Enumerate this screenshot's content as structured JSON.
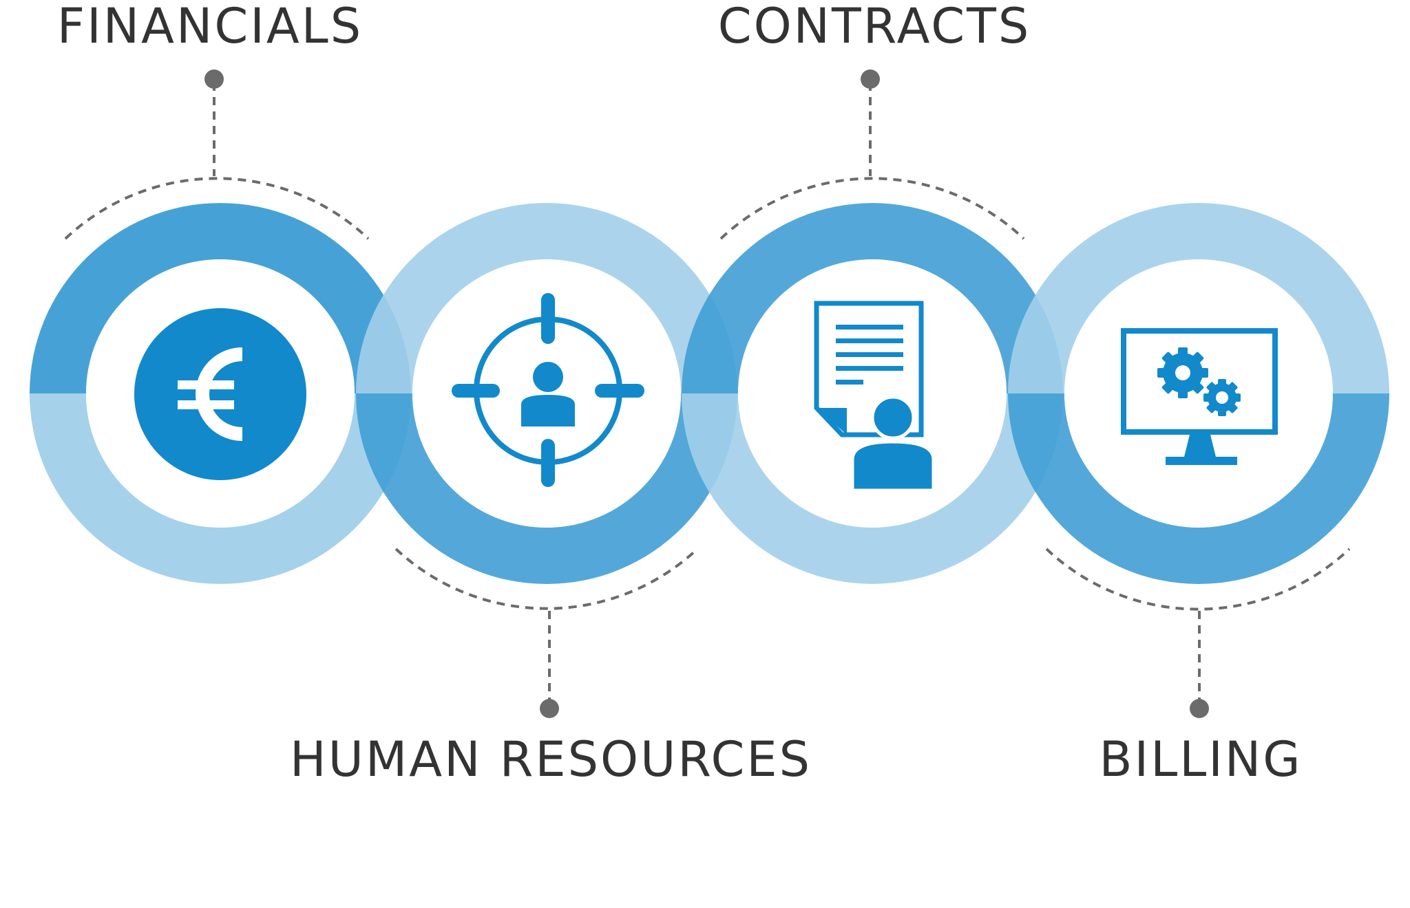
{
  "diagram": {
    "colors": {
      "ring_dark": "#409fd5",
      "ring_light": "#a2cfea",
      "icon": "#1289cb",
      "connector": "#6b6b6b",
      "label": "#333333",
      "background": "#ffffff"
    },
    "items": [
      {
        "label": "FINANCIALS",
        "icon": "euro-coin-icon",
        "label_position": "top"
      },
      {
        "label": "HUMAN RESOURCES",
        "icon": "crosshair-person-icon",
        "label_position": "bottom"
      },
      {
        "label": "CONTRACTS",
        "icon": "document-person-icon",
        "label_position": "top"
      },
      {
        "label": "BILLING",
        "icon": "monitor-gears-icon",
        "label_position": "bottom"
      }
    ]
  }
}
